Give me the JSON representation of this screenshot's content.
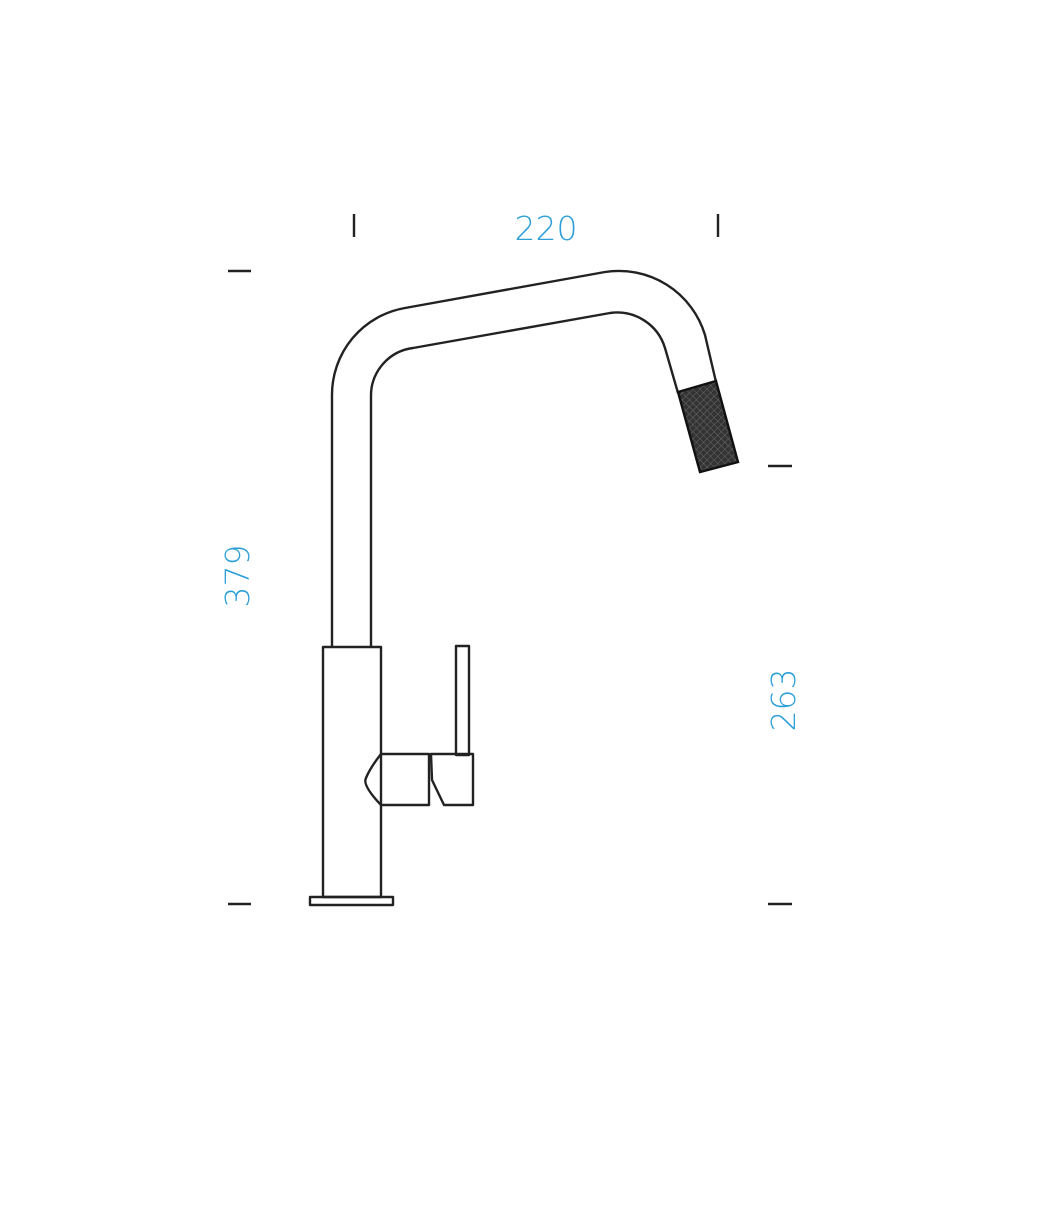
{
  "dimensions": {
    "width": "220",
    "height_total": "379",
    "height_spout": "263"
  },
  "colors": {
    "dimension_text": "#2e9fd8",
    "line": "#222222"
  }
}
